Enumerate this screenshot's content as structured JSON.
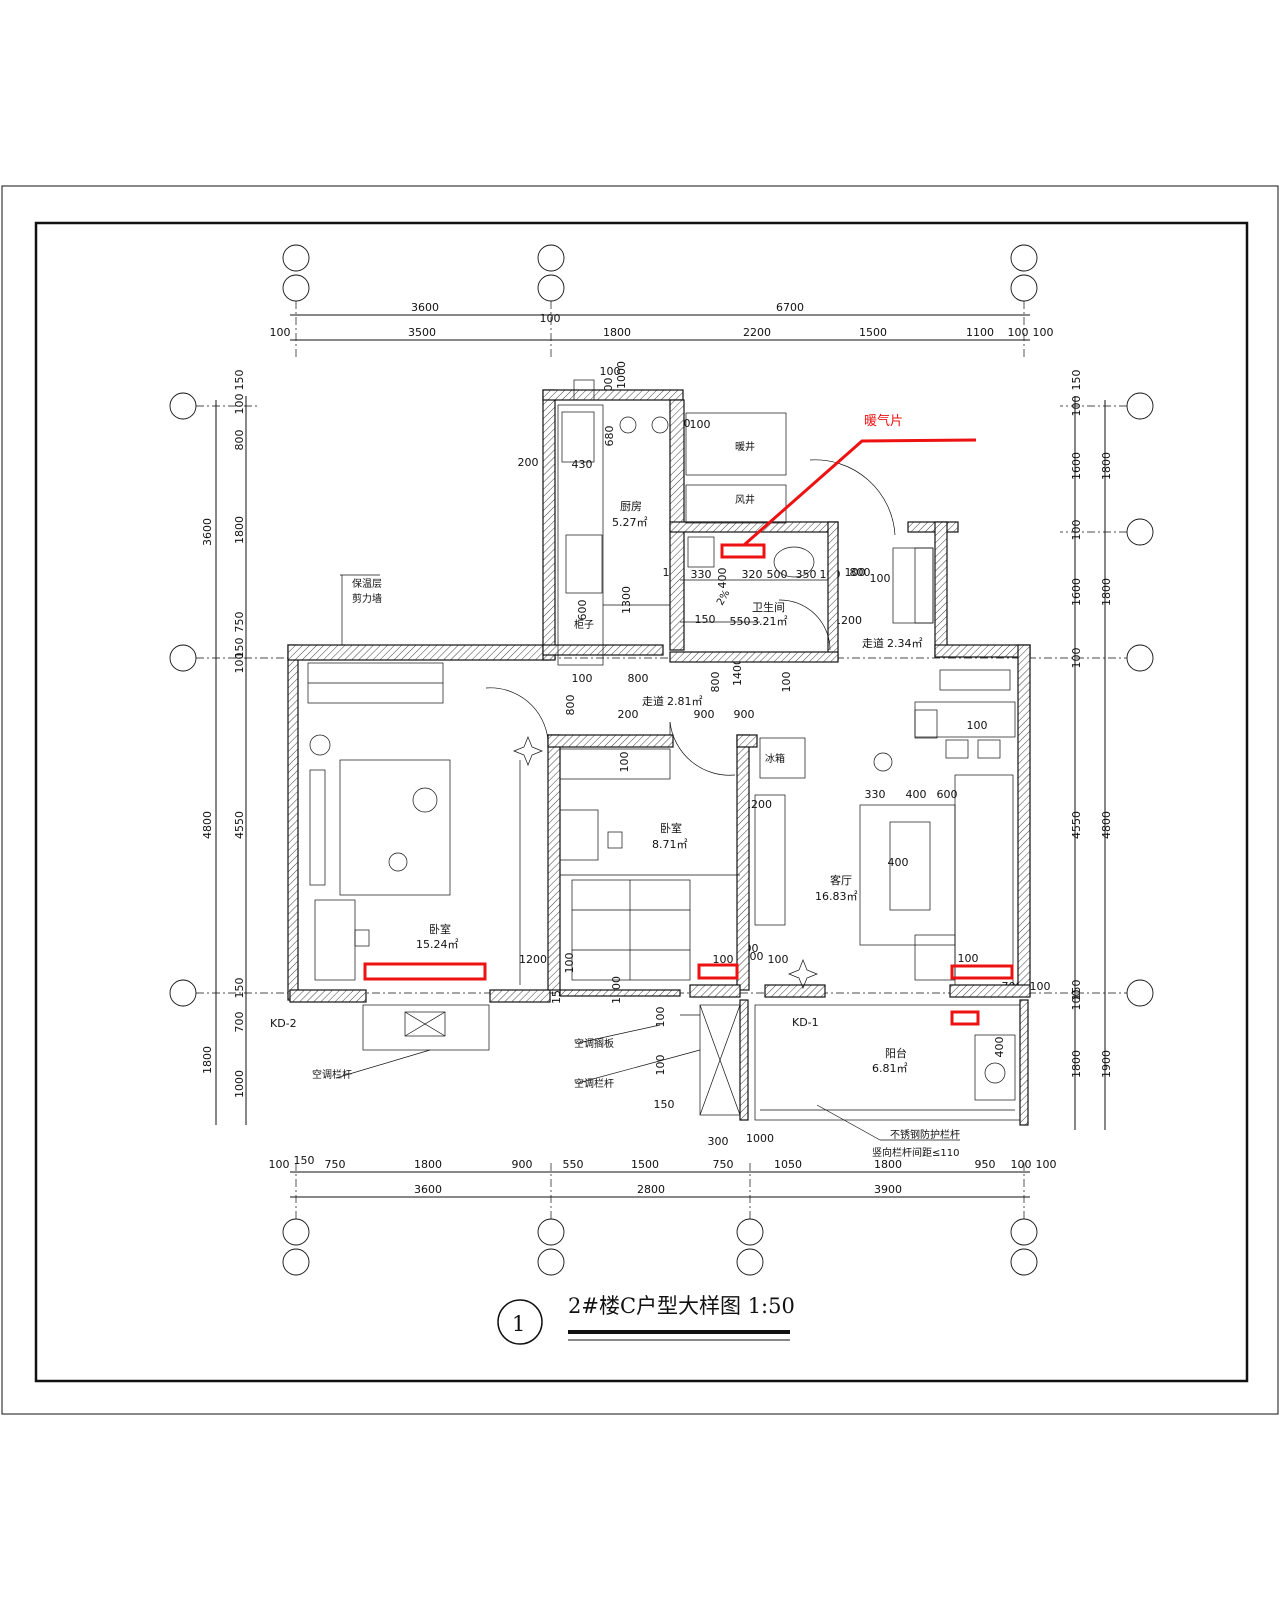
{
  "title": {
    "circle_number": "1",
    "text": "2#楼C户型大样图  1:50"
  },
  "annotation": {
    "label": "暖气片",
    "color": "#e11111"
  },
  "rooms": {
    "kitchen": {
      "name": "厨房",
      "area": "5.27㎡"
    },
    "bath": {
      "name": "卫生间",
      "area": "3.21㎡"
    },
    "hall_upper": {
      "name": "走道",
      "area": "2.34㎡"
    },
    "corridor": {
      "name": "走道",
      "area": "2.81㎡"
    },
    "bedroom_big": {
      "name": "卧室",
      "area": "15.24㎡"
    },
    "bedroom_small": {
      "name": "卧室",
      "area": "8.71㎡"
    },
    "living": {
      "name": "客厅",
      "area": "16.83㎡"
    },
    "balcony": {
      "name": "阳台",
      "area": "6.81㎡"
    }
  },
  "labels": {
    "nuan_jing": "暖井",
    "feng_jing": "风井",
    "gui_zi": "柜子",
    "bing_xiang": "冰箱",
    "bao_wen": "保温层",
    "jian_li_qiang": "剪力墙",
    "kong_tiao_ban": "空调搁板",
    "kong_tiao_lan": "空调栏杆",
    "kong_tiao_lan2": "空调栏杆",
    "rail1": "不锈钢防护栏杆",
    "rail2": "竖向栏杆间距≤110",
    "kd1": "KD-1",
    "kd2": "KD-2",
    "slope": "2%"
  },
  "dims": {
    "top_total": [
      "3600",
      "6700"
    ],
    "top_detail": [
      "100",
      "3500",
      "100",
      "1800",
      "2200",
      "1500",
      "1100",
      "100",
      "100"
    ],
    "bottom_detail": [
      "100",
      "150",
      "750",
      "1800",
      "900",
      "550",
      "1500",
      "750",
      "1050",
      "1800",
      "950",
      "100",
      "100"
    ],
    "bottom_total": [
      "3600",
      "2800",
      "3900"
    ],
    "left_outer": [
      "3600",
      "4800",
      "1800"
    ],
    "left_inner": [
      "150",
      "100",
      "800",
      "1800",
      "750",
      "150",
      "100",
      "4550",
      "150",
      "700",
      "1000"
    ],
    "right_inner": [
      "150",
      "100",
      "1600",
      "100",
      "1600",
      "100",
      "4550",
      "150",
      "100",
      "1800"
    ],
    "right_outer": [
      "1800",
      "1800",
      "4800",
      "1900"
    ],
    "interior": [
      "680",
      "680",
      "100",
      "200",
      "430",
      "600",
      "1300",
      "100",
      "1000",
      "100",
      "150",
      "330",
      "400",
      "320",
      "500",
      "350",
      "100",
      "100",
      "150",
      "550",
      "100",
      "1200",
      "800",
      "100",
      "800",
      "800",
      "1400",
      "100",
      "800",
      "900",
      "900",
      "200",
      "100",
      "100",
      "1200",
      "330",
      "400",
      "600",
      "400",
      "1200",
      "100",
      "100",
      "100",
      "100",
      "100",
      "100",
      "1500",
      "100",
      "100",
      "150",
      "300",
      "1000",
      "400",
      "700",
      "100",
      "1300",
      "100",
      "100",
      "100"
    ]
  }
}
